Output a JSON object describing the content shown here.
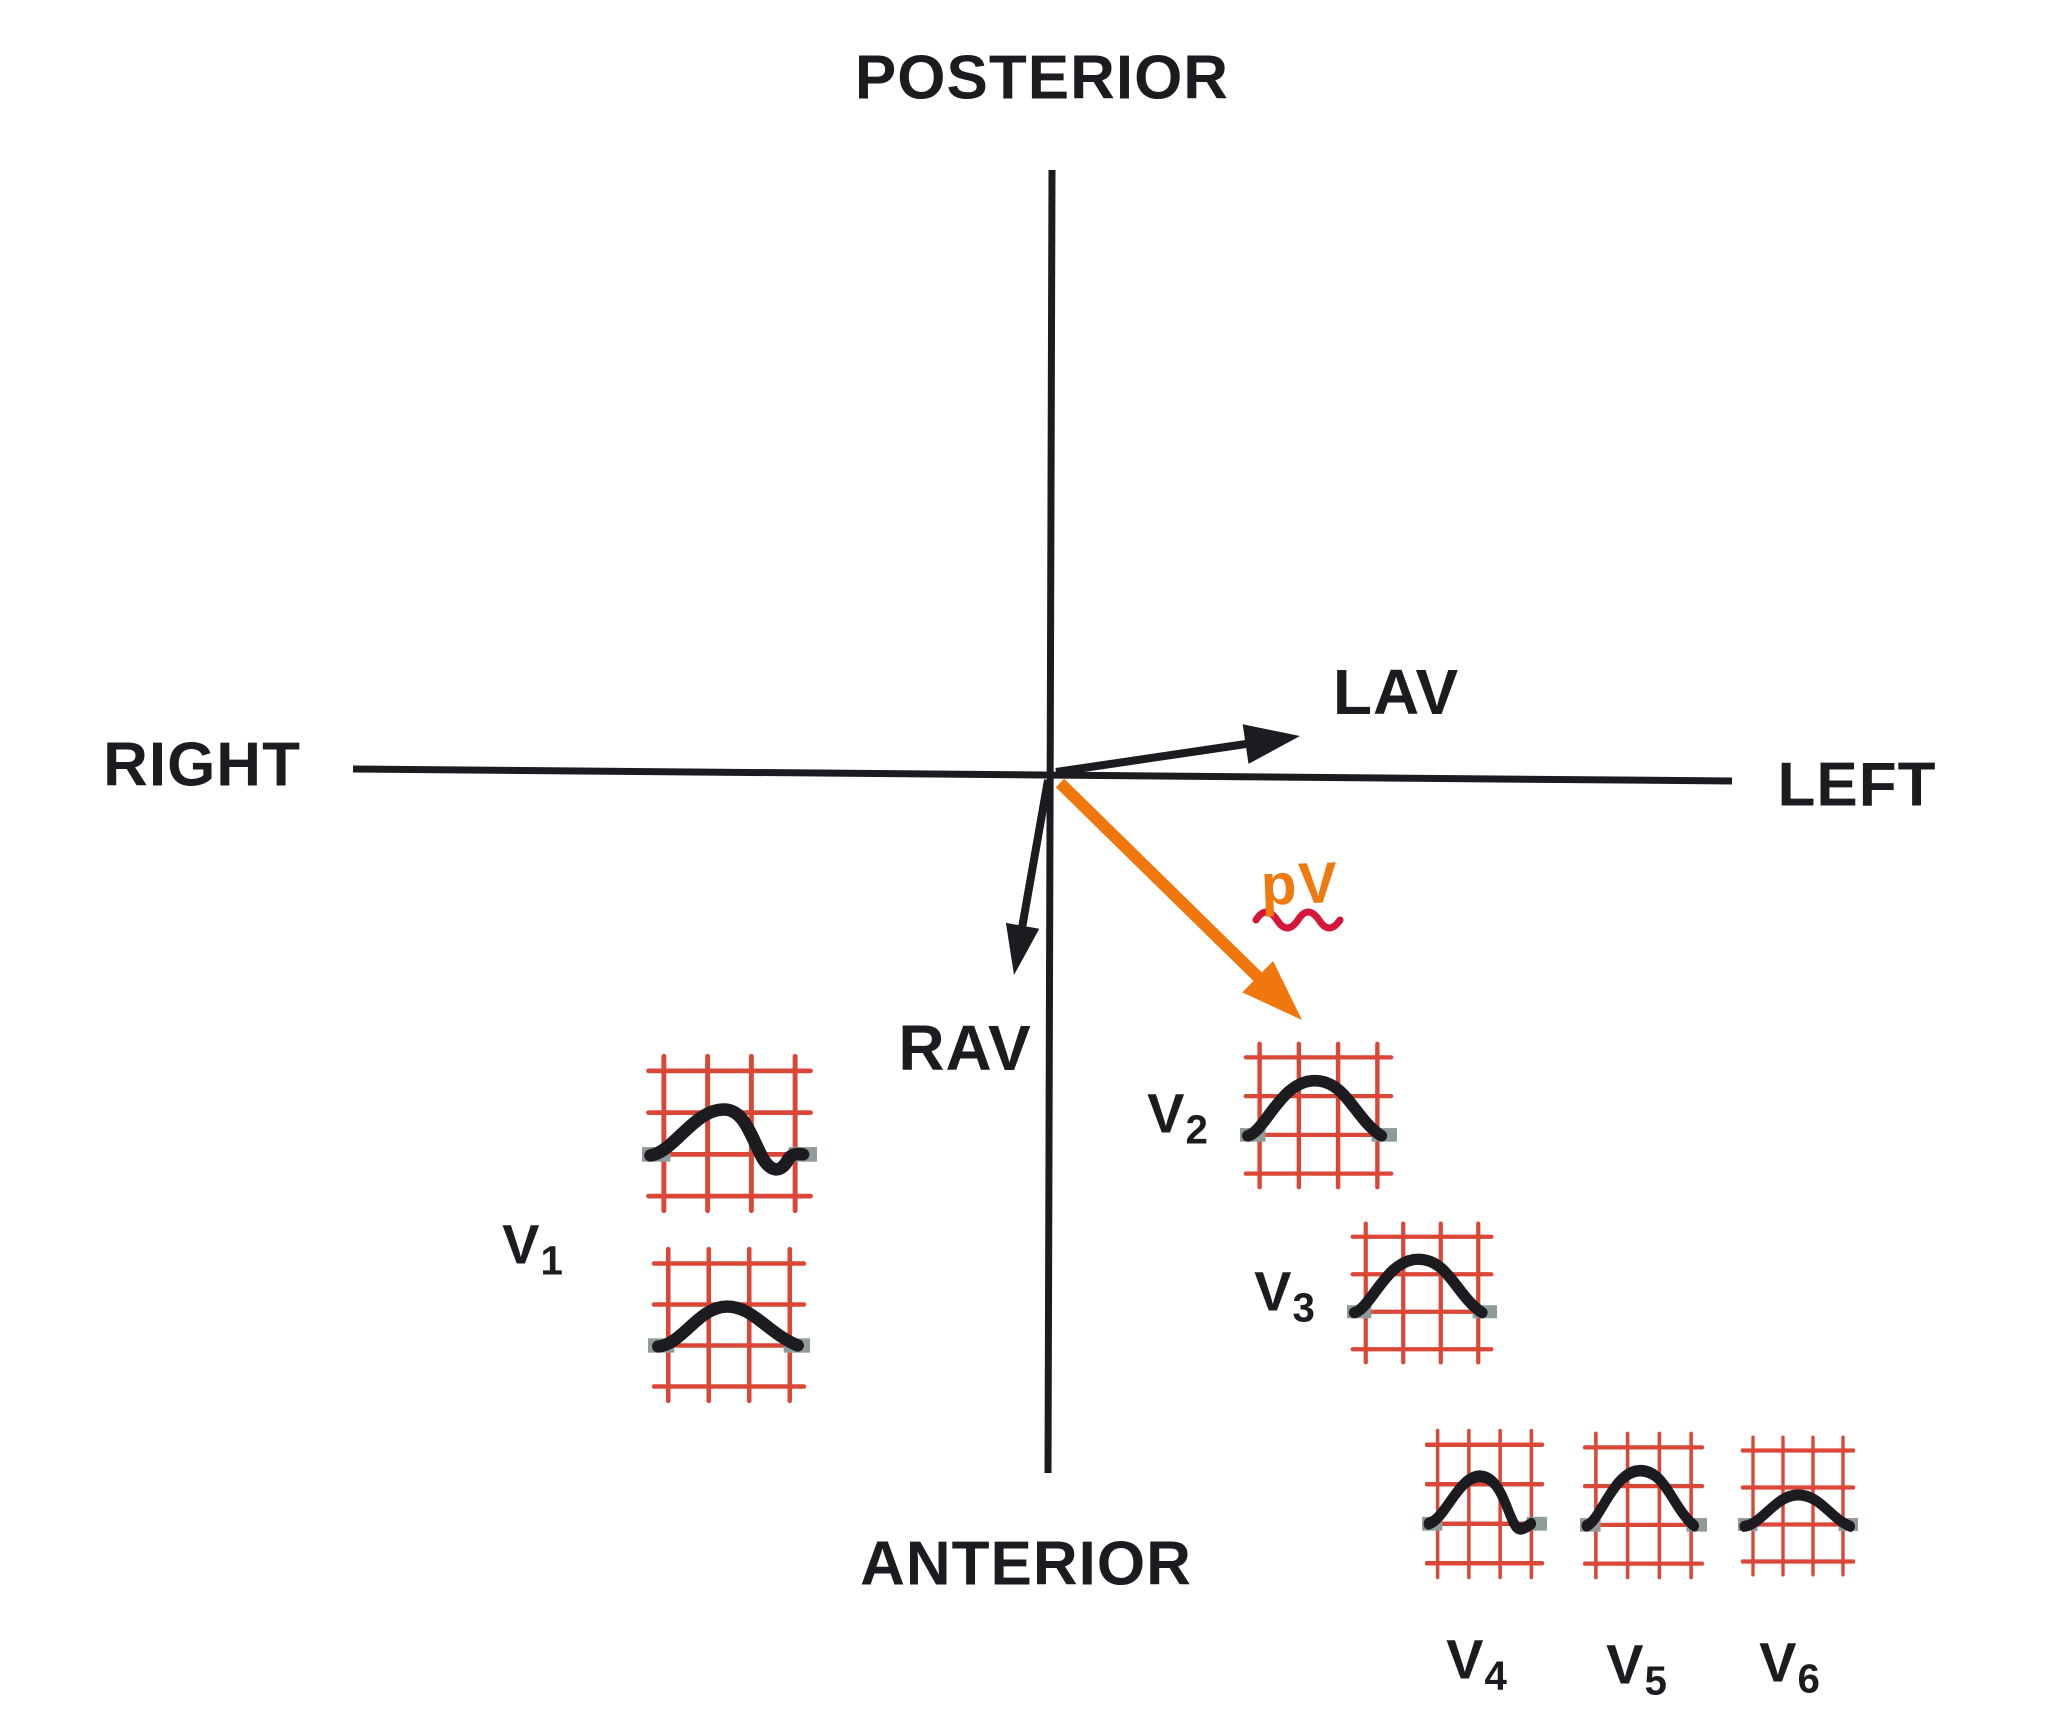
{
  "diagram": {
    "axis_labels": {
      "top": "POSTERIOR",
      "bottom": "ANTERIOR",
      "left": "RIGHT",
      "right": "LEFT"
    },
    "vector_labels": {
      "lav": "LAV",
      "rav": "RAV",
      "pv": "pV"
    },
    "ecg_labels": {
      "v1": {
        "main": "V",
        "sub": "1"
      },
      "v2": {
        "main": "V",
        "sub": "2"
      },
      "v3": {
        "main": "V",
        "sub": "3"
      },
      "v4": {
        "main": "V",
        "sub": "4"
      },
      "v5": {
        "main": "V",
        "sub": "5"
      },
      "v6": {
        "main": "V",
        "sub": "6"
      }
    },
    "thumbnails": [
      {
        "id": "v1-upper",
        "lead": "V1",
        "shape": "hump-dip"
      },
      {
        "id": "v1-lower",
        "lead": "V1",
        "shape": "hump-small"
      },
      {
        "id": "v2",
        "lead": "V2",
        "shape": "hump-tall"
      },
      {
        "id": "v3",
        "lead": "V3",
        "shape": "hump-tall"
      },
      {
        "id": "v4",
        "lead": "V4",
        "shape": "hump-medium"
      },
      {
        "id": "v5",
        "lead": "V5",
        "shape": "hump-tall"
      },
      {
        "id": "v6",
        "lead": "V6",
        "shape": "hump-low"
      }
    ],
    "colors": {
      "ink": "#1c1c20",
      "pv_arrow": "#f0770e",
      "pv_text": "#ee7a10",
      "squiggle": "#d5173c",
      "grid_red": "#d93a28",
      "stub_gray": "#8f9b98",
      "background": "#ffffff"
    }
  }
}
